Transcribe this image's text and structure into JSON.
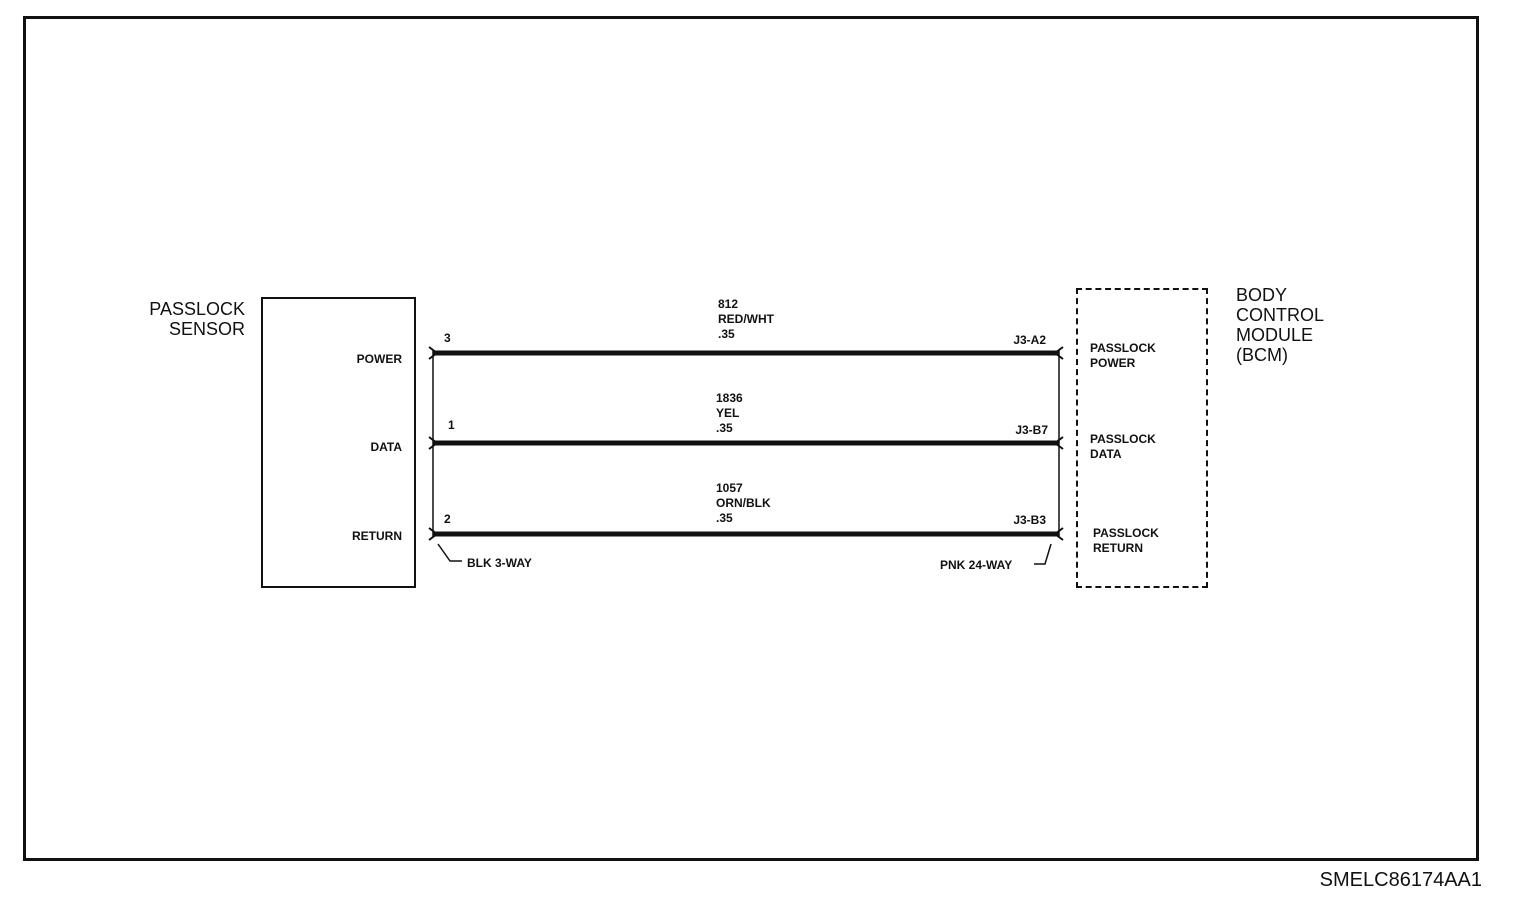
{
  "sensor": {
    "title_line1": "PASSLOCK",
    "title_line2": "SENSOR"
  },
  "bcm": {
    "title_line1": "BODY",
    "title_line2": "CONTROL",
    "title_line3": "MODULE",
    "title_line4": "(BCM)"
  },
  "circuits": [
    {
      "sensor_pin_label": "POWER",
      "pin": "3",
      "circuit": "812",
      "color": "RED/WHT",
      "gauge": ".35",
      "bcm_pin": "J3-A2",
      "bcm_label_line1": "PASSLOCK",
      "bcm_label_line2": "POWER"
    },
    {
      "sensor_pin_label": "DATA",
      "pin": "1",
      "circuit": "1836",
      "color": "YEL",
      "gauge": ".35",
      "bcm_pin": "J3-B7",
      "bcm_label_line1": "PASSLOCK",
      "bcm_label_line2": "DATA"
    },
    {
      "sensor_pin_label": "RETURN",
      "pin": "2",
      "circuit": "1057",
      "color": "ORN/BLK",
      "gauge": ".35",
      "bcm_pin": "J3-B3",
      "bcm_label_line1": "PASSLOCK",
      "bcm_label_line2": "RETURN"
    }
  ],
  "connectors": {
    "sensor_connector": "BLK 3-WAY",
    "bcm_connector": "PNK 24-WAY"
  },
  "document_id": "SMELC86174AA1"
}
